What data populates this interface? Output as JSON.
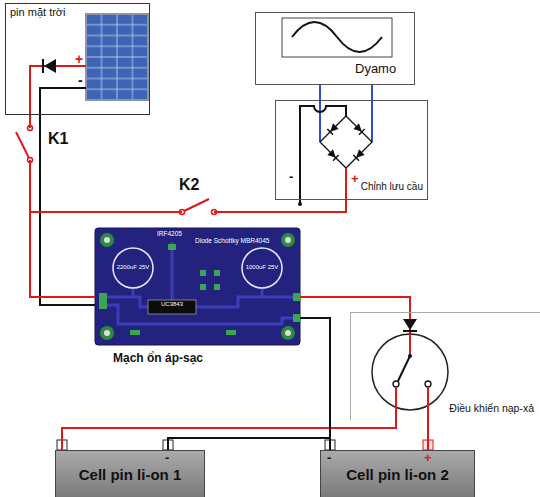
{
  "diagram": {
    "nodes": [
      {
        "text": [
          "pin mặt trời",
          "+",
          "-"
        ]
      },
      {
        "text": [
          "Dyamo"
        ]
      },
      {
        "text": [
          "-",
          "+",
          "Chỉnh lưu cầu"
        ]
      },
      {
        "text": [
          "IRF4205",
          "Diode Schottky MBR4045",
          "2200uF 25V",
          "1000uF 25V",
          "UC3843",
          "Mạch ổn áp-sạc"
        ]
      },
      {
        "text": [
          "Điều khiển nạp-xả"
        ]
      },
      {
        "text": [
          "Cell pin li-on 1",
          "-"
        ]
      },
      {
        "text": [
          "Cell pin li-on 2",
          "-",
          "+"
        ]
      }
    ],
    "edges": [
      {
        "from": 0,
        "to": 3,
        "label": "K1",
        "arrow": "none"
      },
      {
        "from": 1,
        "to": 2,
        "arrow": "none"
      },
      {
        "from": 2,
        "to": 3,
        "label": "K2",
        "arrow": "none"
      },
      {
        "from": 3,
        "to": 4,
        "arrow": "none"
      },
      {
        "from": 4,
        "to": 5,
        "arrow": "none"
      },
      {
        "from": 4,
        "to": 6,
        "arrow": "none"
      },
      {
        "from": 3,
        "to": 5,
        "arrow": "none"
      },
      {
        "from": 3,
        "to": 6,
        "arrow": "none"
      }
    ]
  }
}
